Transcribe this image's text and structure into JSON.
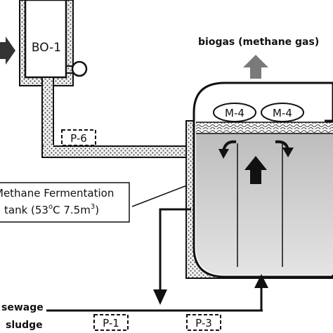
{
  "equipment": {
    "boiler": "BO-1",
    "mixer_left": "M-4",
    "mixer_right": "M-4",
    "pump_heating": "P-6",
    "pump_inlet": "P-1",
    "pump_outlet": "P-3"
  },
  "labels": {
    "biogas": "biogas (methane gas)",
    "tank_line1": "Methane Fermentation",
    "tank_line2": "tank (53",
    "tank_degree": "o",
    "tank_line2_rest": "C   7.5m",
    "tank_cube": "3",
    "tank_line2_end": ")",
    "sewage_line1": "sewage",
    "sewage_line2": "sludge"
  },
  "colors": {
    "ink": "#111111",
    "arrow_gray": "#7a7a7a",
    "tank_fill": "#c9c9c9",
    "insulation_fill": "#efefef"
  }
}
